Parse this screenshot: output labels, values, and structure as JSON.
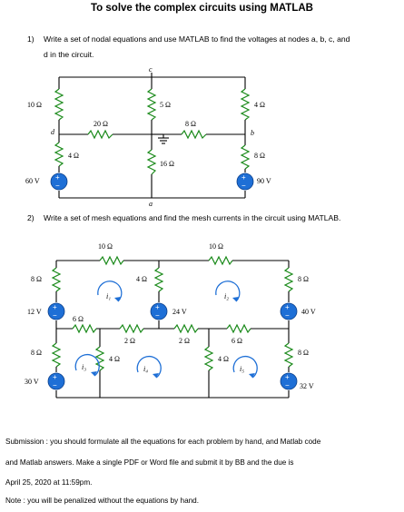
{
  "title": "To solve the complex circuits using MATLAB",
  "q1": {
    "num": "1)",
    "line1": "Write a set of nodal equations and use MATLAB to find the voltages at nodes a, b, c, and",
    "line2": "d in the circuit."
  },
  "q2": {
    "num": "2)",
    "text": "Write a set of mesh equations and find the mesh currents in the circuit using MATLAB."
  },
  "circuit1": {
    "node_c": "c",
    "node_d": "d",
    "node_b": "b",
    "node_a": "a",
    "r_10": "10 Ω",
    "r_5": "5 Ω",
    "r_4_right": "4 Ω",
    "r_20": "20 Ω",
    "r_8_top": "8 Ω",
    "r_4_left": "4 Ω",
    "r_16": "16 Ω",
    "r_8_right": "8 Ω",
    "v_60": "60 V",
    "v_90": "90 V"
  },
  "circuit2": {
    "r_10_left": "10 Ω",
    "r_10_right": "10 Ω",
    "r_8_tl": "8 Ω",
    "r_4_mid": "4 Ω",
    "r_8_tr": "8 Ω",
    "v_12": "12 V",
    "r_6_left": "6 Ω",
    "v_24": "24 V",
    "v_40": "40 V",
    "r_2_left": "2 Ω",
    "r_2_right": "2 Ω",
    "r_6_right": "6 Ω",
    "r_8_bl": "8 Ω",
    "r_4_bl": "4 Ω",
    "r_4_br": "4 Ω",
    "r_8_br": "8 Ω",
    "v_30": "30 V",
    "v_32": "32 V",
    "i1": "i₁",
    "i2": "i₂",
    "i3": "i₃",
    "i4": "i₄",
    "i5": "i₅"
  },
  "footer": {
    "line1": "Submission : you should formulate all the equations for each problem by hand, and Matlab code",
    "line2": "and Matlab answers. Make a single PDF or Word file and submit it by BB and the due is",
    "line3": "April 25, 2020 at 11:59pm.",
    "line4": "Note : you will be penalized without the equations by hand."
  }
}
